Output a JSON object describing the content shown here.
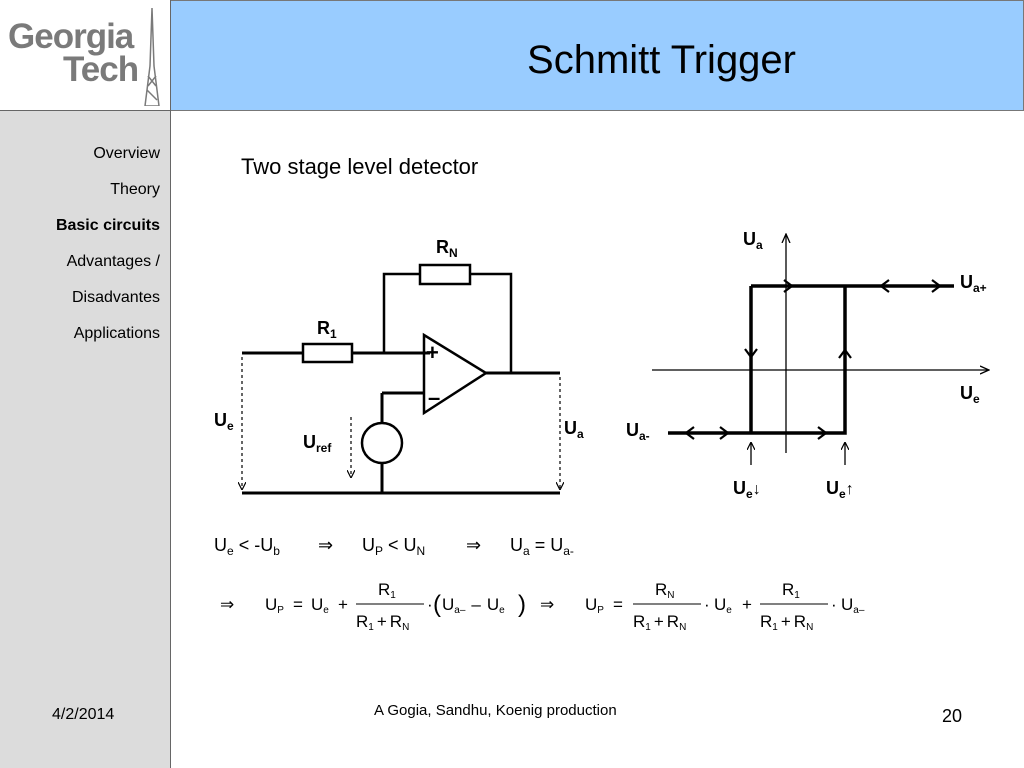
{
  "logo": {
    "line1": "Georgia",
    "line2": "Tech"
  },
  "slide": {
    "title": "Schmitt Trigger",
    "subtitle": "Two stage level detector"
  },
  "sidebar": {
    "items": [
      {
        "label": "Overview",
        "active": false
      },
      {
        "label": "Theory",
        "active": false
      },
      {
        "label": "Basic circuits",
        "active": true
      },
      {
        "label": "Advantages /",
        "active": false
      },
      {
        "label": "Disadvantes",
        "active": false
      },
      {
        "label": "Applications",
        "active": false
      }
    ]
  },
  "circuit": {
    "r1": "R",
    "r1_sub": "1",
    "rn": "R",
    "rn_sub": "N",
    "ue": "U",
    "ue_sub": "e",
    "ua": "U",
    "ua_sub": "a",
    "uref": "U",
    "uref_sub": "ref",
    "plus": "+",
    "minus": "–"
  },
  "graph": {
    "ua": "U",
    "ua_sub": "a",
    "ue": "U",
    "ue_sub": "e",
    "ua_plus": "U",
    "ua_plus_sub": "a+",
    "ua_minus": "U",
    "ua_minus_sub": "a-",
    "ue_down": "U",
    "ue_down_sub": "e",
    "ue_down_arrow": "↓",
    "ue_up": "U",
    "ue_up_sub": "e",
    "ue_up_arrow": "↑"
  },
  "equations": {
    "eq1": {
      "a": "U",
      "a_sub": "e",
      "b": " < -U",
      "b_sub": "b",
      "impl1": "⇒",
      "c": "U",
      "c_sub": "P",
      "d": " < U",
      "d_sub": "N",
      "impl2": "⇒",
      "e": "U",
      "e_sub": "a",
      "f": " = U",
      "f_sub": "a-"
    },
    "eq2": {
      "impl": "⇒",
      "up": "U",
      "up_sub": "P",
      "eq": "=",
      "ue": "U",
      "ue_sub": "e",
      "plus": "+",
      "num": "R",
      "num_sub": "1",
      "den1": "R",
      "den1_sub": "1",
      "den_plus": "+",
      "den2": "R",
      "den2_sub": "N",
      "dot": "·",
      "lparen": "(",
      "ua": "U",
      "ua_sub": "a–",
      "minus": "–",
      "ue2": "U",
      "ue2_sub": "e",
      "rparen": ")"
    },
    "eq3": {
      "impl": "⇒",
      "up": "U",
      "up_sub": "P",
      "eq": "=",
      "num1": "R",
      "num1_sub": "N",
      "den1a": "R",
      "den1a_sub": "1",
      "den1_plus": "+",
      "den1b": "R",
      "den1b_sub": "N",
      "dot1": "·",
      "ue": "U",
      "ue_sub": "e",
      "plus": "+",
      "num2": "R",
      "num2_sub": "1",
      "den2a": "R",
      "den2a_sub": "1",
      "den2_plus": "+",
      "den2b": "R",
      "den2b_sub": "N",
      "dot2": "·",
      "ua": "U",
      "ua_sub": "a–"
    }
  },
  "footer": {
    "date": "4/2/2014",
    "credit": "A Gogia, Sandhu, Koenig production",
    "page": "20"
  },
  "colors": {
    "header": "#99ccff",
    "sidebar": "#dcdcdc",
    "logo_text": "#7a7a7a"
  }
}
